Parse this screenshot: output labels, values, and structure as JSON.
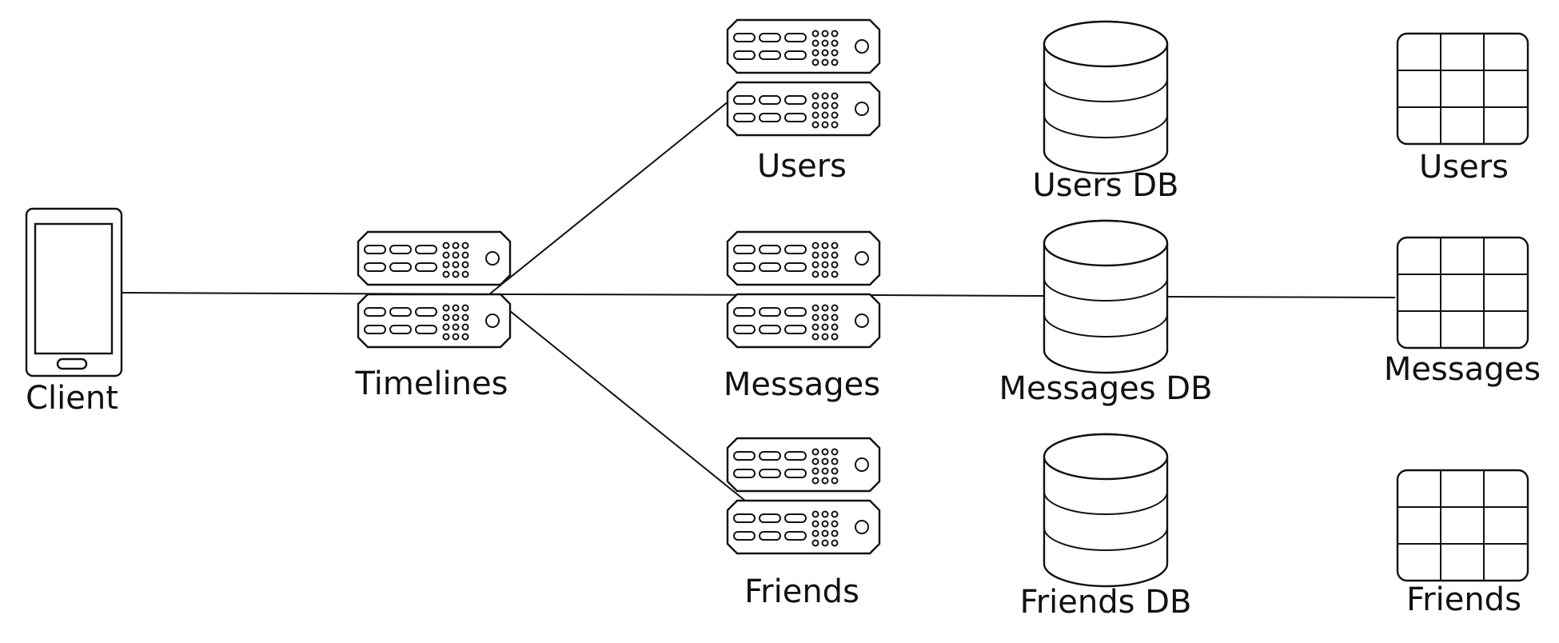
{
  "colors": {
    "stroke": "#111111",
    "background": "#ffffff"
  },
  "icons": {
    "client": "smartphone-icon",
    "service": "server-rack-icon",
    "database": "database-cylinder-icon",
    "table": "table-grid-icon"
  },
  "nodes": {
    "client": {
      "label": "Client"
    },
    "timelines": {
      "label": "Timelines"
    },
    "services": {
      "users": {
        "label": "Users"
      },
      "messages": {
        "label": "Messages"
      },
      "friends": {
        "label": "Friends"
      }
    },
    "databases": {
      "users": {
        "label": "Users DB"
      },
      "messages": {
        "label": "Messages DB"
      },
      "friends": {
        "label": "Friends DB"
      }
    },
    "tables": {
      "users": {
        "label": "Users"
      },
      "messages": {
        "label": "Messages"
      },
      "friends": {
        "label": "Friends"
      }
    }
  }
}
